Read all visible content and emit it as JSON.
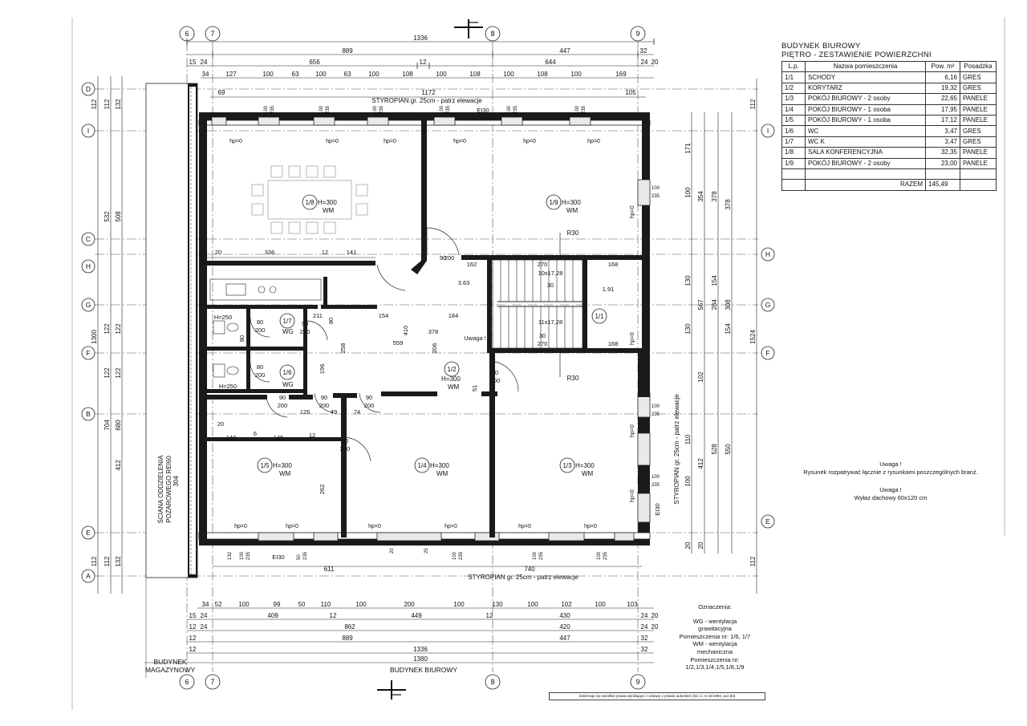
{
  "table": {
    "title1": "BUDYNEK BIUROWY",
    "title2": "PIĘTRO - ZESTAWIENIE POWIERZCHNI",
    "headers": [
      "L.p.",
      "Nazwa pomieszczenia",
      "Pow. m²",
      "Posadzka"
    ],
    "rows": [
      {
        "lp": "1/1",
        "name": "SCHODY",
        "area": "6,16",
        "floor": "GRES"
      },
      {
        "lp": "1/2",
        "name": "KORYTARZ",
        "area": "19,32",
        "floor": "GRES"
      },
      {
        "lp": "1/3",
        "name": "POKÓJ BIUROWY - 2 osoby",
        "area": "22,65",
        "floor": "PANELE"
      },
      {
        "lp": "1/4",
        "name": "POKÓJ BIUROWY - 1 osoba",
        "area": "17,95",
        "floor": "PANELE"
      },
      {
        "lp": "1/5",
        "name": "POKÓJ BIUROWY - 1 osoba",
        "area": "17,12",
        "floor": "PANELE"
      },
      {
        "lp": "1/6",
        "name": "WC",
        "area": "3,47",
        "floor": "GRES"
      },
      {
        "lp": "1/7",
        "name": "WC K",
        "area": "3,47",
        "floor": "GRES"
      },
      {
        "lp": "1/8",
        "name": "SALA KONFERENCYJNA",
        "area": "32,35",
        "floor": "PANELE"
      },
      {
        "lp": "1/9",
        "name": "POKÓJ BIUROWY - 2 osoby",
        "area": "23,00",
        "floor": "PANELE"
      }
    ],
    "total_label": "RAZEM",
    "total_value": "145,49"
  },
  "notes": {
    "uwaga1_title": "Uwaga !",
    "uwaga1_text": "Rysunek rozpatrywać łącznie z rysunkami poszczególnych branż.",
    "uwaga2_title": "Uwaga !",
    "uwaga2_text": "Wyłaz dachowy 60x120 cm"
  },
  "legend": {
    "title": "Oznaczenia:",
    "l1": "WG - wentylacja",
    "l2": "grawitacyjna",
    "l3": "Pomieszczenia nr: 1/6, 1/7",
    "l4": "WM - wentylacja",
    "l5": "mechaniczna",
    "l6": "Pomieszczenia nr:",
    "l7": "1/2,1/3,1/4,1/5,1/8,1/9"
  },
  "stamp": "Zastrzega się wszelkie prawa wynikające z Ustawy o prawie autorskim (Dz.U. nr 24/1994, poz.83)",
  "labels": {
    "budynek_biurowy": "BUDYNEK BIUROWY",
    "budynek_mag1": "BUDYNEK",
    "budynek_mag2": "MAGAZYNOWY",
    "sciana1": "ŚCIANA ODDZIELENIA",
    "sciana2": "POŻAROWEGO REI60",
    "styro_top": "STYROPIAN gr. 25cm - patrz elewacje",
    "styro_bottom": "STYROPIAN gr. 25cm - patrz elewacje",
    "styro_right": "STYROPIAN gr. 25cm - patrz elewacje",
    "ei30": "EI30",
    "r30": "R30",
    "uwaga_small": "Uwaga !"
  },
  "rooms": {
    "r18": {
      "no": "1/8",
      "h": "H=300",
      "v": "WM"
    },
    "r19": {
      "no": "1/9",
      "h": "H=300",
      "v": "WM"
    },
    "r17": {
      "no": "1/7",
      "h": "",
      "v": "WG"
    },
    "r16": {
      "no": "1/6",
      "h": "",
      "v": "WG"
    },
    "r11": {
      "no": "1/1",
      "h": "",
      "v": ""
    },
    "r12": {
      "no": "1/2",
      "h": "H=300",
      "v": "WM"
    },
    "r15": {
      "no": "1/5",
      "h": "H=300",
      "v": "WM"
    },
    "r14": {
      "no": "1/4",
      "h": "H=300",
      "v": "WM"
    },
    "r13": {
      "no": "1/3",
      "h": "H=300",
      "v": "WM"
    }
  },
  "axes_top": [
    "6",
    "7",
    "8",
    "9"
  ],
  "axes_side": [
    "D",
    "I",
    "C",
    "H",
    "G",
    "F",
    "B",
    "E",
    "A"
  ],
  "dims": {
    "top_total": "1336",
    "top_a": "889",
    "top_b": "447",
    "top_c": "656",
    "top_d": "644",
    "top_e": "1172",
    "bot_a": "409",
    "bot_b": "449",
    "bot_c": "430",
    "bot_d": "862",
    "bot_e": "420",
    "bot_f": "889",
    "bot_g": "447",
    "bot_h": "1336",
    "bot_i": "1380",
    "left_total": "1300",
    "right_total": "1524",
    "w611": "611",
    "w740": "740"
  }
}
